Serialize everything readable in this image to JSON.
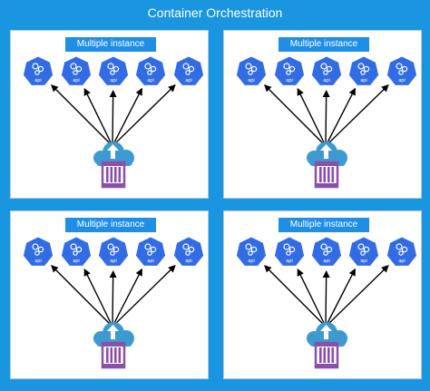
{
  "title": "Container Orchestration",
  "panels": [
    {
      "badge": "Multiple instance",
      "pod_label": "api"
    },
    {
      "badge": "Multiple instance",
      "pod_label": "api"
    },
    {
      "badge": "Multiple instance",
      "pod_label": "api"
    },
    {
      "badge": "Multiple instance",
      "pod_label": "api"
    }
  ],
  "colors": {
    "background": "#1a96e0",
    "pod": "#326ce5",
    "cloud": "#3d9ad1",
    "container": "#8a50a8",
    "arrow": "#000000"
  },
  "icons": [
    "kubernetes-pod-icon",
    "cloud-upload-icon",
    "container-icon"
  ]
}
